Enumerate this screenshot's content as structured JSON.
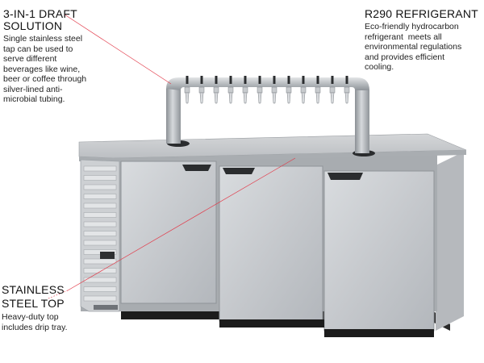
{
  "callouts": {
    "draft": {
      "title_line1": "3-IN-1 DRAFT",
      "title_line2": "SOLUTION",
      "body_lines": [
        "Single stainless steel",
        "tap can be used to",
        "serve different",
        "beverages like wine,",
        "beer or coffee through",
        "silver-lined anti-",
        "microbial tubing."
      ]
    },
    "refrigerant": {
      "title": "R290 REFRIGERANT",
      "body_lines": [
        "Eco-friendly hydrocarbon",
        "refrigerant  meets all",
        "environmental regulations",
        "and provides efficient",
        "cooling."
      ]
    },
    "steel_top": {
      "title_line1": "STAINLESS",
      "title_line2": "STEEL TOP",
      "body_lines": [
        "Heavy-duty top",
        "includes drip tray."
      ]
    }
  },
  "product": {
    "tap_count": 12,
    "door_count": 3,
    "colors": {
      "steel": "#c9cccf",
      "steel_dark": "#9ea3a8",
      "base": "#1c1c1c",
      "leader": "#e23b4a"
    },
    "icons": [
      "tap-handle-icon",
      "door-handle-icon",
      "control-panel-icon"
    ]
  }
}
